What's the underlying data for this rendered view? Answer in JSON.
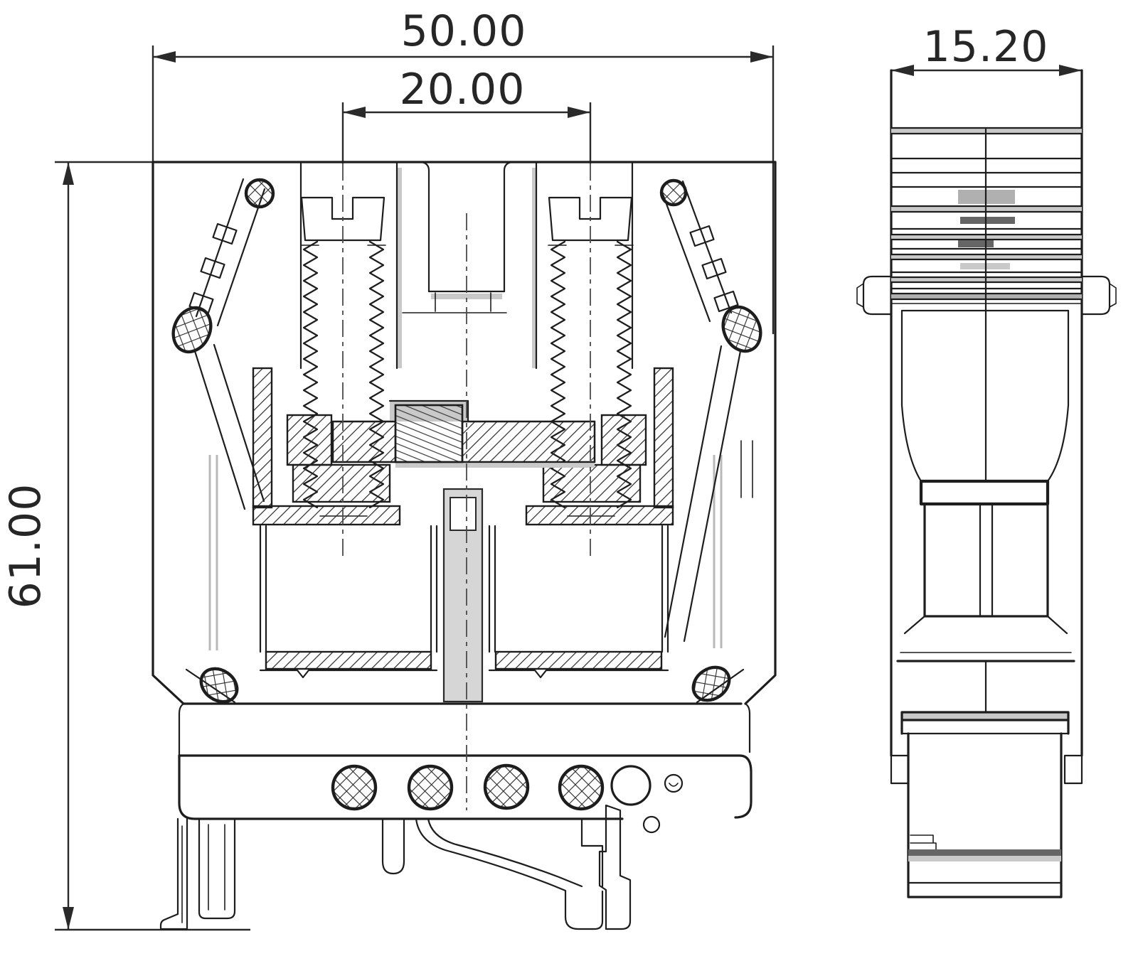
{
  "dimensions": {
    "total_width": {
      "label": "50.00"
    },
    "screw_spacing": {
      "label": "20.00"
    },
    "total_height": {
      "label": "61.00"
    },
    "depth": {
      "label": "15.20"
    }
  },
  "colors": {
    "line": "#1d1d1d",
    "dimension": "#2a2a2a",
    "light_gray": "#c9c9c9",
    "mid_gray": "#b0b0b0",
    "dark_gray": "#666666",
    "background": "#ffffff"
  }
}
